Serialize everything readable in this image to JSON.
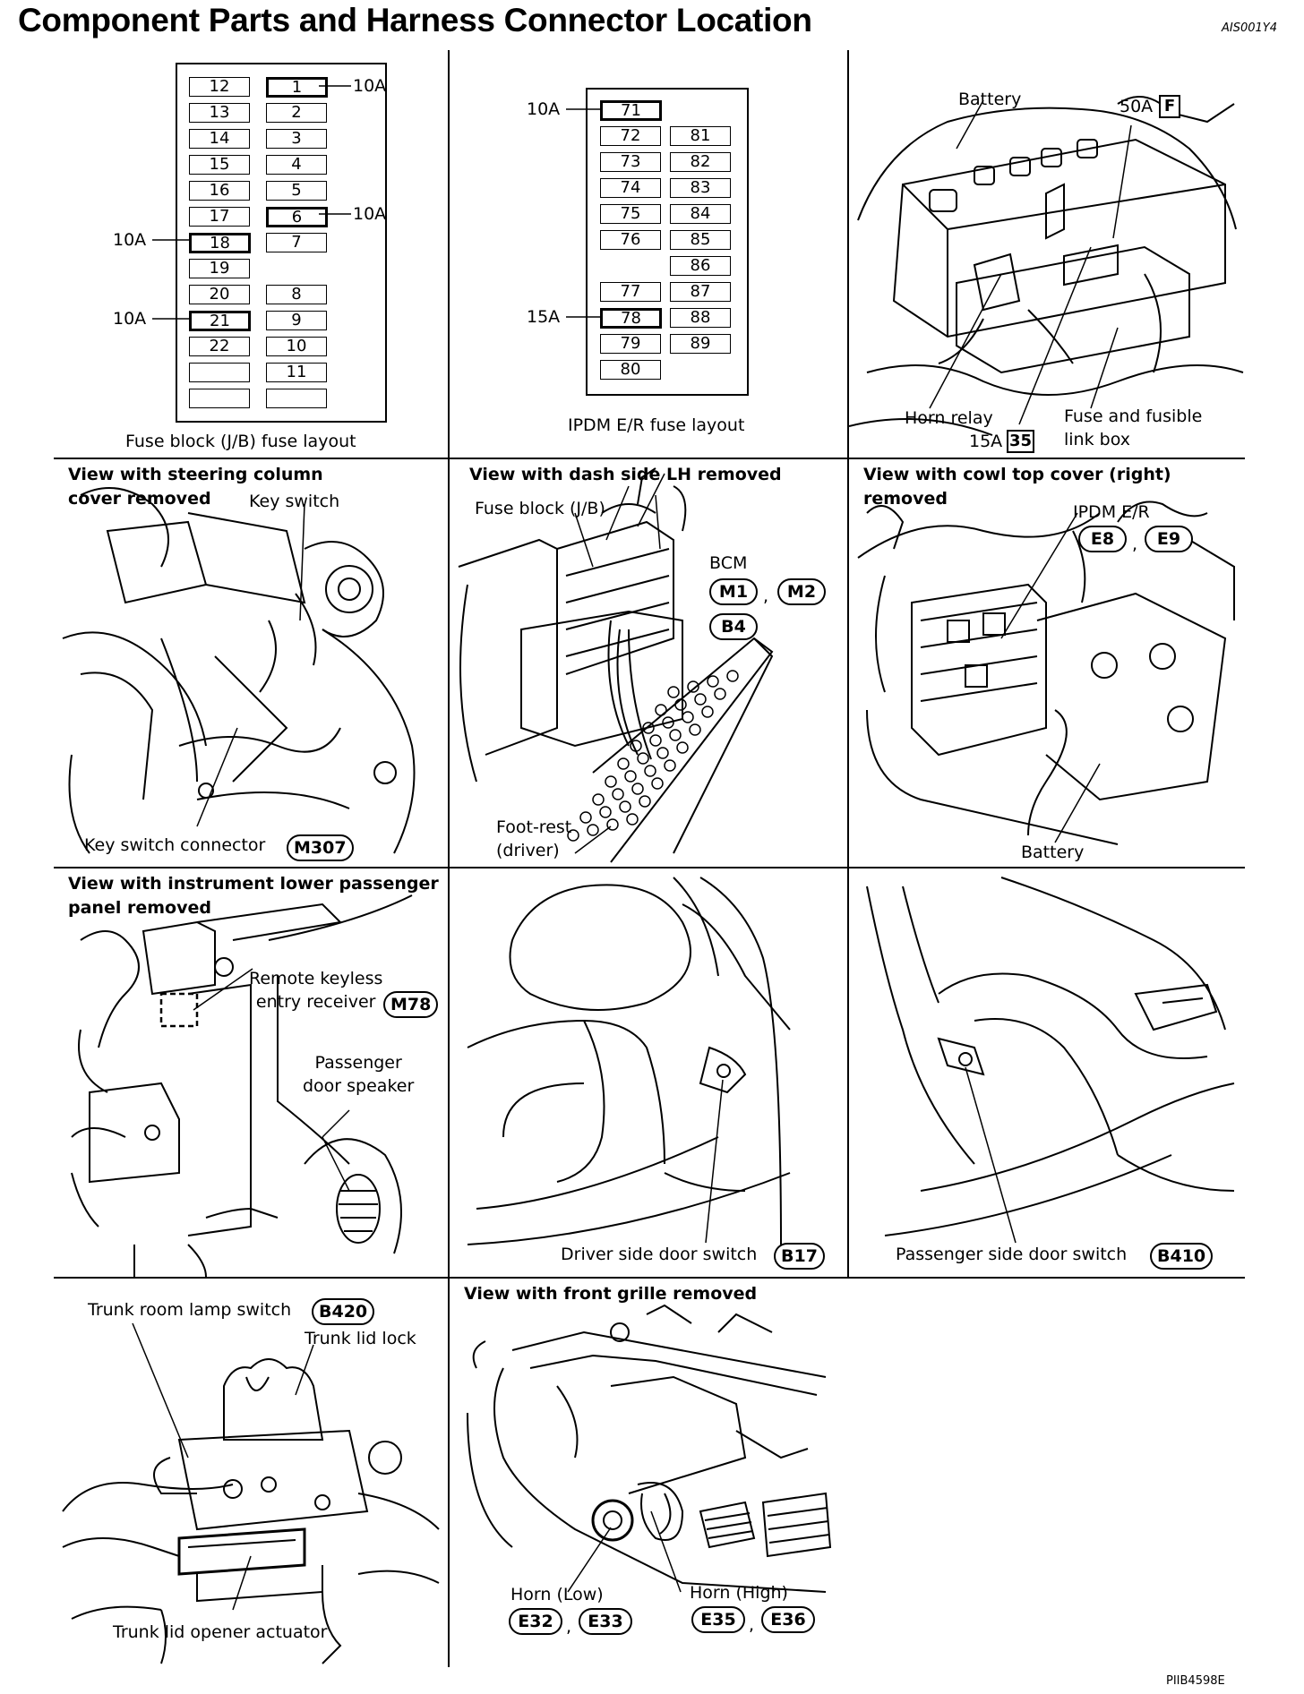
{
  "title": "Component Parts and Harness Connector Location",
  "figure_code": "AIS001Y4",
  "footer_code": "PIIB4598E",
  "fuse_block": {
    "caption": "Fuse block (J/B) fuse layout",
    "left_column": [
      "12",
      "13",
      "14",
      "15",
      "16",
      "17",
      "18",
      "19",
      "20",
      "21",
      "22",
      "",
      ""
    ],
    "right_column": [
      "1",
      "2",
      "3",
      "4",
      "5",
      "6",
      "7",
      "",
      "8",
      "9",
      "10",
      "11",
      ""
    ],
    "amps": {
      "f1": "10A",
      "f6": "10A",
      "f18": "10A",
      "f21": "10A"
    }
  },
  "ipdm": {
    "caption": "IPDM E/R fuse layout",
    "left_column": [
      "71",
      "72",
      "73",
      "74",
      "75",
      "76",
      "",
      "77",
      "78",
      "79",
      "80"
    ],
    "right_column": [
      "",
      "81",
      "82",
      "83",
      "84",
      "85",
      "86",
      "87",
      "88",
      "89",
      ""
    ],
    "amps": {
      "f71": "10A",
      "f78": "15A"
    }
  },
  "battery_panel": {
    "battery": "Battery",
    "fusible_amp": "50A",
    "fusible_letter": "F",
    "horn_relay": "Horn relay",
    "relay_amp": "15A",
    "relay_num": "35",
    "fuse_box": "Fuse and fusible\nlink box"
  },
  "steering_panel": {
    "title": "View with steering column\ncover removed",
    "key_switch": "Key switch",
    "connector_label": "Key switch connector",
    "connector": "M307"
  },
  "dash_panel": {
    "title": "View with dash side LH removed",
    "fuse_block": "Fuse block (J/B)",
    "bcm": "BCM",
    "m1": "M1",
    "sep": ",",
    "m2": "M2",
    "b4": "B4",
    "footrest": "Foot-rest\n(driver)"
  },
  "cowl_panel": {
    "title": "View with cowl top cover (right)\nremoved",
    "ipdm": "IPDM E/R",
    "e8": "E8",
    "sep": ",",
    "e9": "E9",
    "battery": "Battery"
  },
  "instrument_panel": {
    "title": "View with instrument lower passenger\npanel removed",
    "receiver": "Remote keyless\nentry receiver",
    "m78": "M78",
    "speaker": "Passenger\ndoor speaker"
  },
  "driver_door_panel": {
    "label": "Driver side door switch",
    "connector": "B17"
  },
  "passenger_door_panel": {
    "label": "Passenger side door switch",
    "connector": "B410"
  },
  "trunk_panel": {
    "lamp_switch": "Trunk room lamp switch",
    "b420": "B420",
    "lid_lock": "Trunk lid lock",
    "actuator": "Trunk lid opener actuator"
  },
  "grille_panel": {
    "title": "View with front grille removed",
    "horn_low": "Horn (Low)",
    "horn_high": "Horn (High)",
    "e32": "E32",
    "e33": "E33",
    "e35": "E35",
    "e36": "E36",
    "sep": ","
  }
}
